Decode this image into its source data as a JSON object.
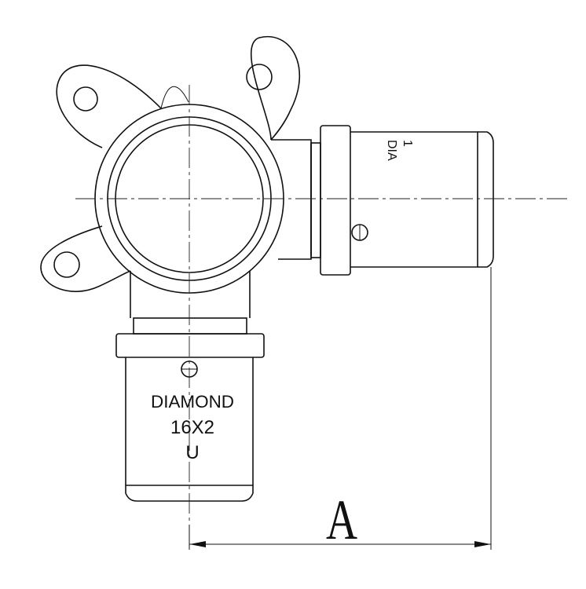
{
  "bottom_marking": {
    "brand": "DIAMOND",
    "size": "16X2",
    "profile": "U"
  },
  "side_marking": {
    "brand_fragment": "DIA",
    "size_fragment": "1"
  },
  "dimension": {
    "label": "A"
  }
}
